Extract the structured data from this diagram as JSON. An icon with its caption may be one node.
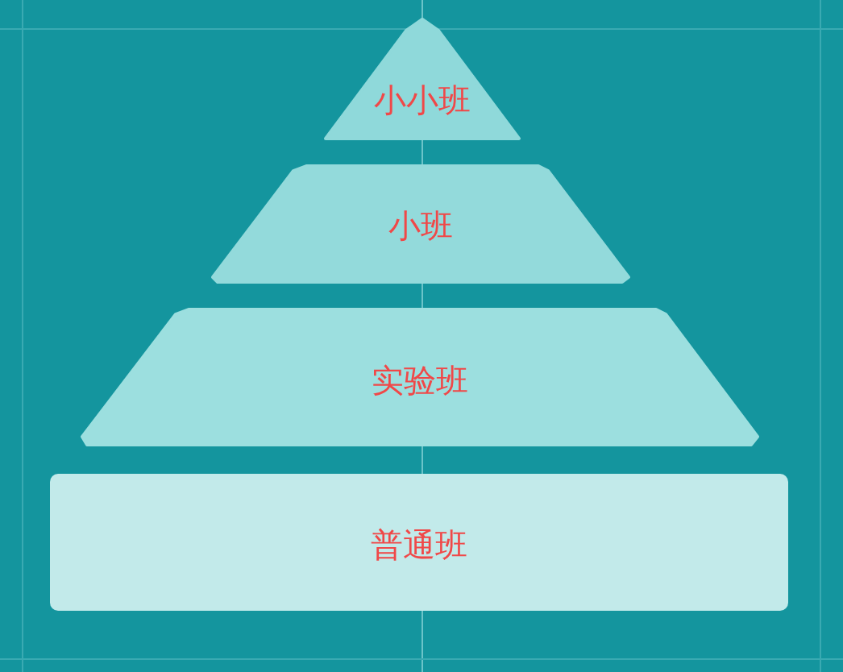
{
  "diagram": {
    "nodes": [
      {
        "text": [
          "小小班"
        ]
      },
      {
        "text": [
          "小班"
        ]
      },
      {
        "text": [
          "实验班"
        ]
      },
      {
        "text": [
          "普通班"
        ]
      }
    ]
  }
}
